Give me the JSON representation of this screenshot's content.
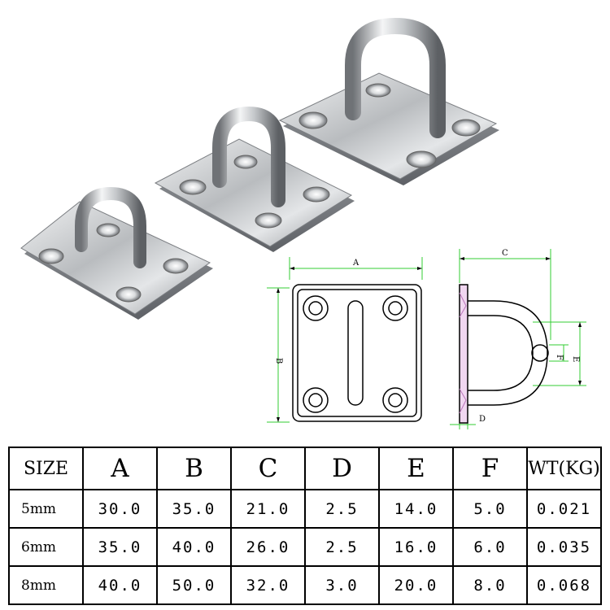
{
  "drawing": {
    "front_labels": {
      "a": "A",
      "b": "B"
    },
    "side_labels": {
      "c": "C",
      "d": "D",
      "e": "E",
      "f": "F"
    }
  },
  "table": {
    "headers": [
      "SIZE",
      "A",
      "B",
      "C",
      "D",
      "E",
      "F",
      "WT(KG)"
    ],
    "rows": [
      [
        "5mm",
        "30.0",
        "35.0",
        "21.0",
        "2.5",
        "14.0",
        "5.0",
        "0.021"
      ],
      [
        "6mm",
        "35.0",
        "40.0",
        "26.0",
        "2.5",
        "16.0",
        "6.0",
        "0.035"
      ],
      [
        "8mm",
        "40.0",
        "50.0",
        "32.0",
        "3.0",
        "20.0",
        "8.0",
        "0.068"
      ]
    ]
  }
}
